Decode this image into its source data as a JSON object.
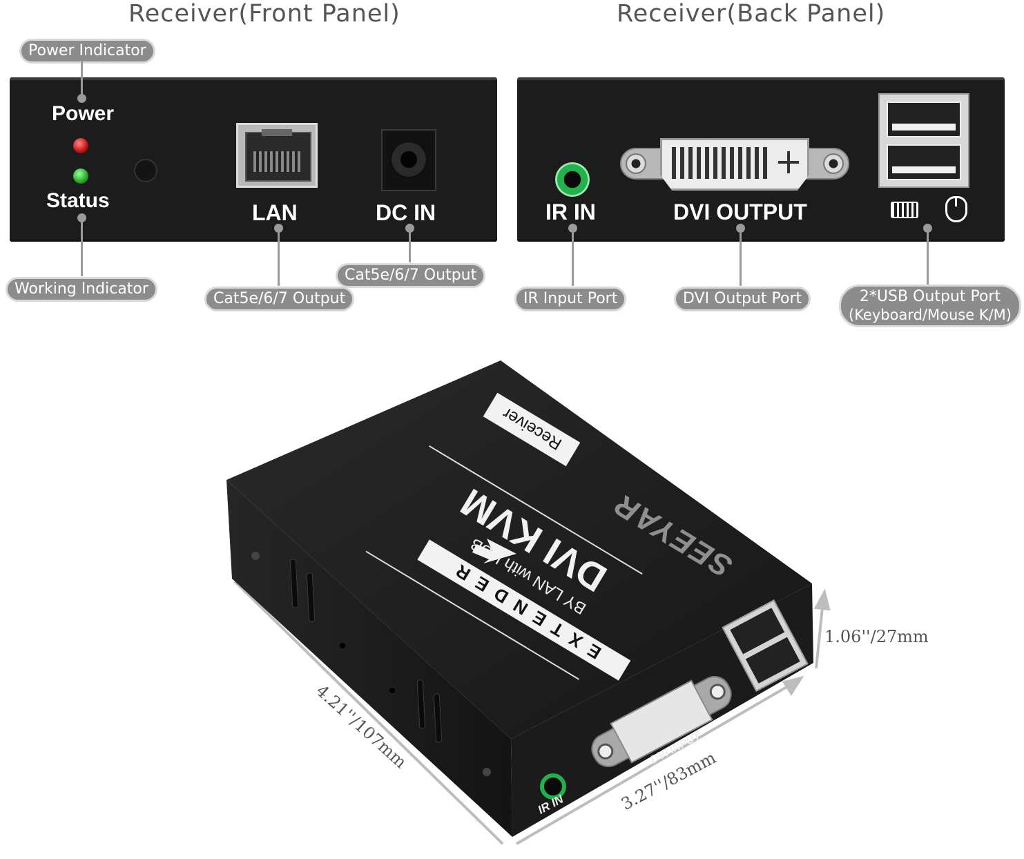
{
  "titles": {
    "front": "Receiver(Front Panel)",
    "back": "Receiver(Back Panel)"
  },
  "front_panel": {
    "power_label": "Power",
    "status_label": "Status",
    "lan_label": "LAN",
    "dc_label": "DC IN"
  },
  "back_panel": {
    "ir_label": "IR IN",
    "dvi_label": "DVI OUTPUT"
  },
  "callouts": {
    "power_indicator": "Power Indicator",
    "working_indicator": "Working Indicator",
    "lan_output": "Cat5e/6/7 Output",
    "dc_output": "Cat5e/6/7 Output",
    "ir_port": "IR Input Port",
    "dvi_port": "DVI Output Port",
    "usb_port_line1": "2*USB Output Port",
    "usb_port_line2": "(Keyboard/Mouse K/M)"
  },
  "device": {
    "badge": "Receiver",
    "product_line1": "DVI KVM",
    "product_line2": "EXTENDER",
    "product_line3": "BY LAN with USB",
    "brand": "SEEYAR",
    "port_ir": "IR IN",
    "port_dvi": "DVI INPUT"
  },
  "dimensions": {
    "height": "1.06''/27mm",
    "length": "4.21''/107mm",
    "width": "3.27''/83mm"
  },
  "colors": {
    "device_body": "#1c1c1c",
    "callout_pill": "#8c8c8c",
    "led_red": "#e02020",
    "led_green": "#2fbf2f",
    "ir_jack": "#22b14c"
  }
}
